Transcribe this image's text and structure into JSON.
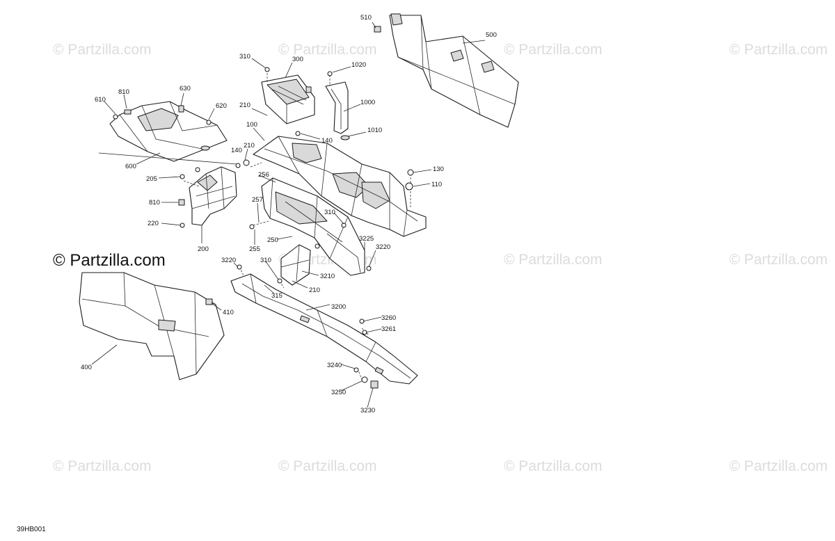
{
  "watermark": {
    "text": "© Partzilla.com",
    "main_text": "© Partzilla.com"
  },
  "diagram_code": "39HB001",
  "callouts": {
    "c510": "510",
    "c500": "500",
    "c310a": "310",
    "c300": "300",
    "c1020": "1020",
    "c1000": "1000",
    "c210a": "210",
    "c1010": "1010",
    "c100": "100",
    "c140a": "140",
    "c610": "610",
    "c810a": "810",
    "c630": "630",
    "c620": "620",
    "c600": "600",
    "c140b": "140",
    "c210b": "210",
    "c256": "256",
    "c130": "130",
    "c110": "110",
    "c205": "205",
    "c257": "257",
    "c810b": "810",
    "c310b": "310",
    "c220": "220",
    "c3225": "3225",
    "c3220a": "3220",
    "c250": "250",
    "c200": "200",
    "c255": "255",
    "c3220b": "3220",
    "c310c": "310",
    "c3210": "3210",
    "c210c": "210",
    "c315": "315",
    "c410": "410",
    "c3200": "3200",
    "c3260": "3260",
    "c3261": "3261",
    "c400": "400",
    "c3240": "3240",
    "c3250": "3250",
    "c3230": "3230"
  }
}
